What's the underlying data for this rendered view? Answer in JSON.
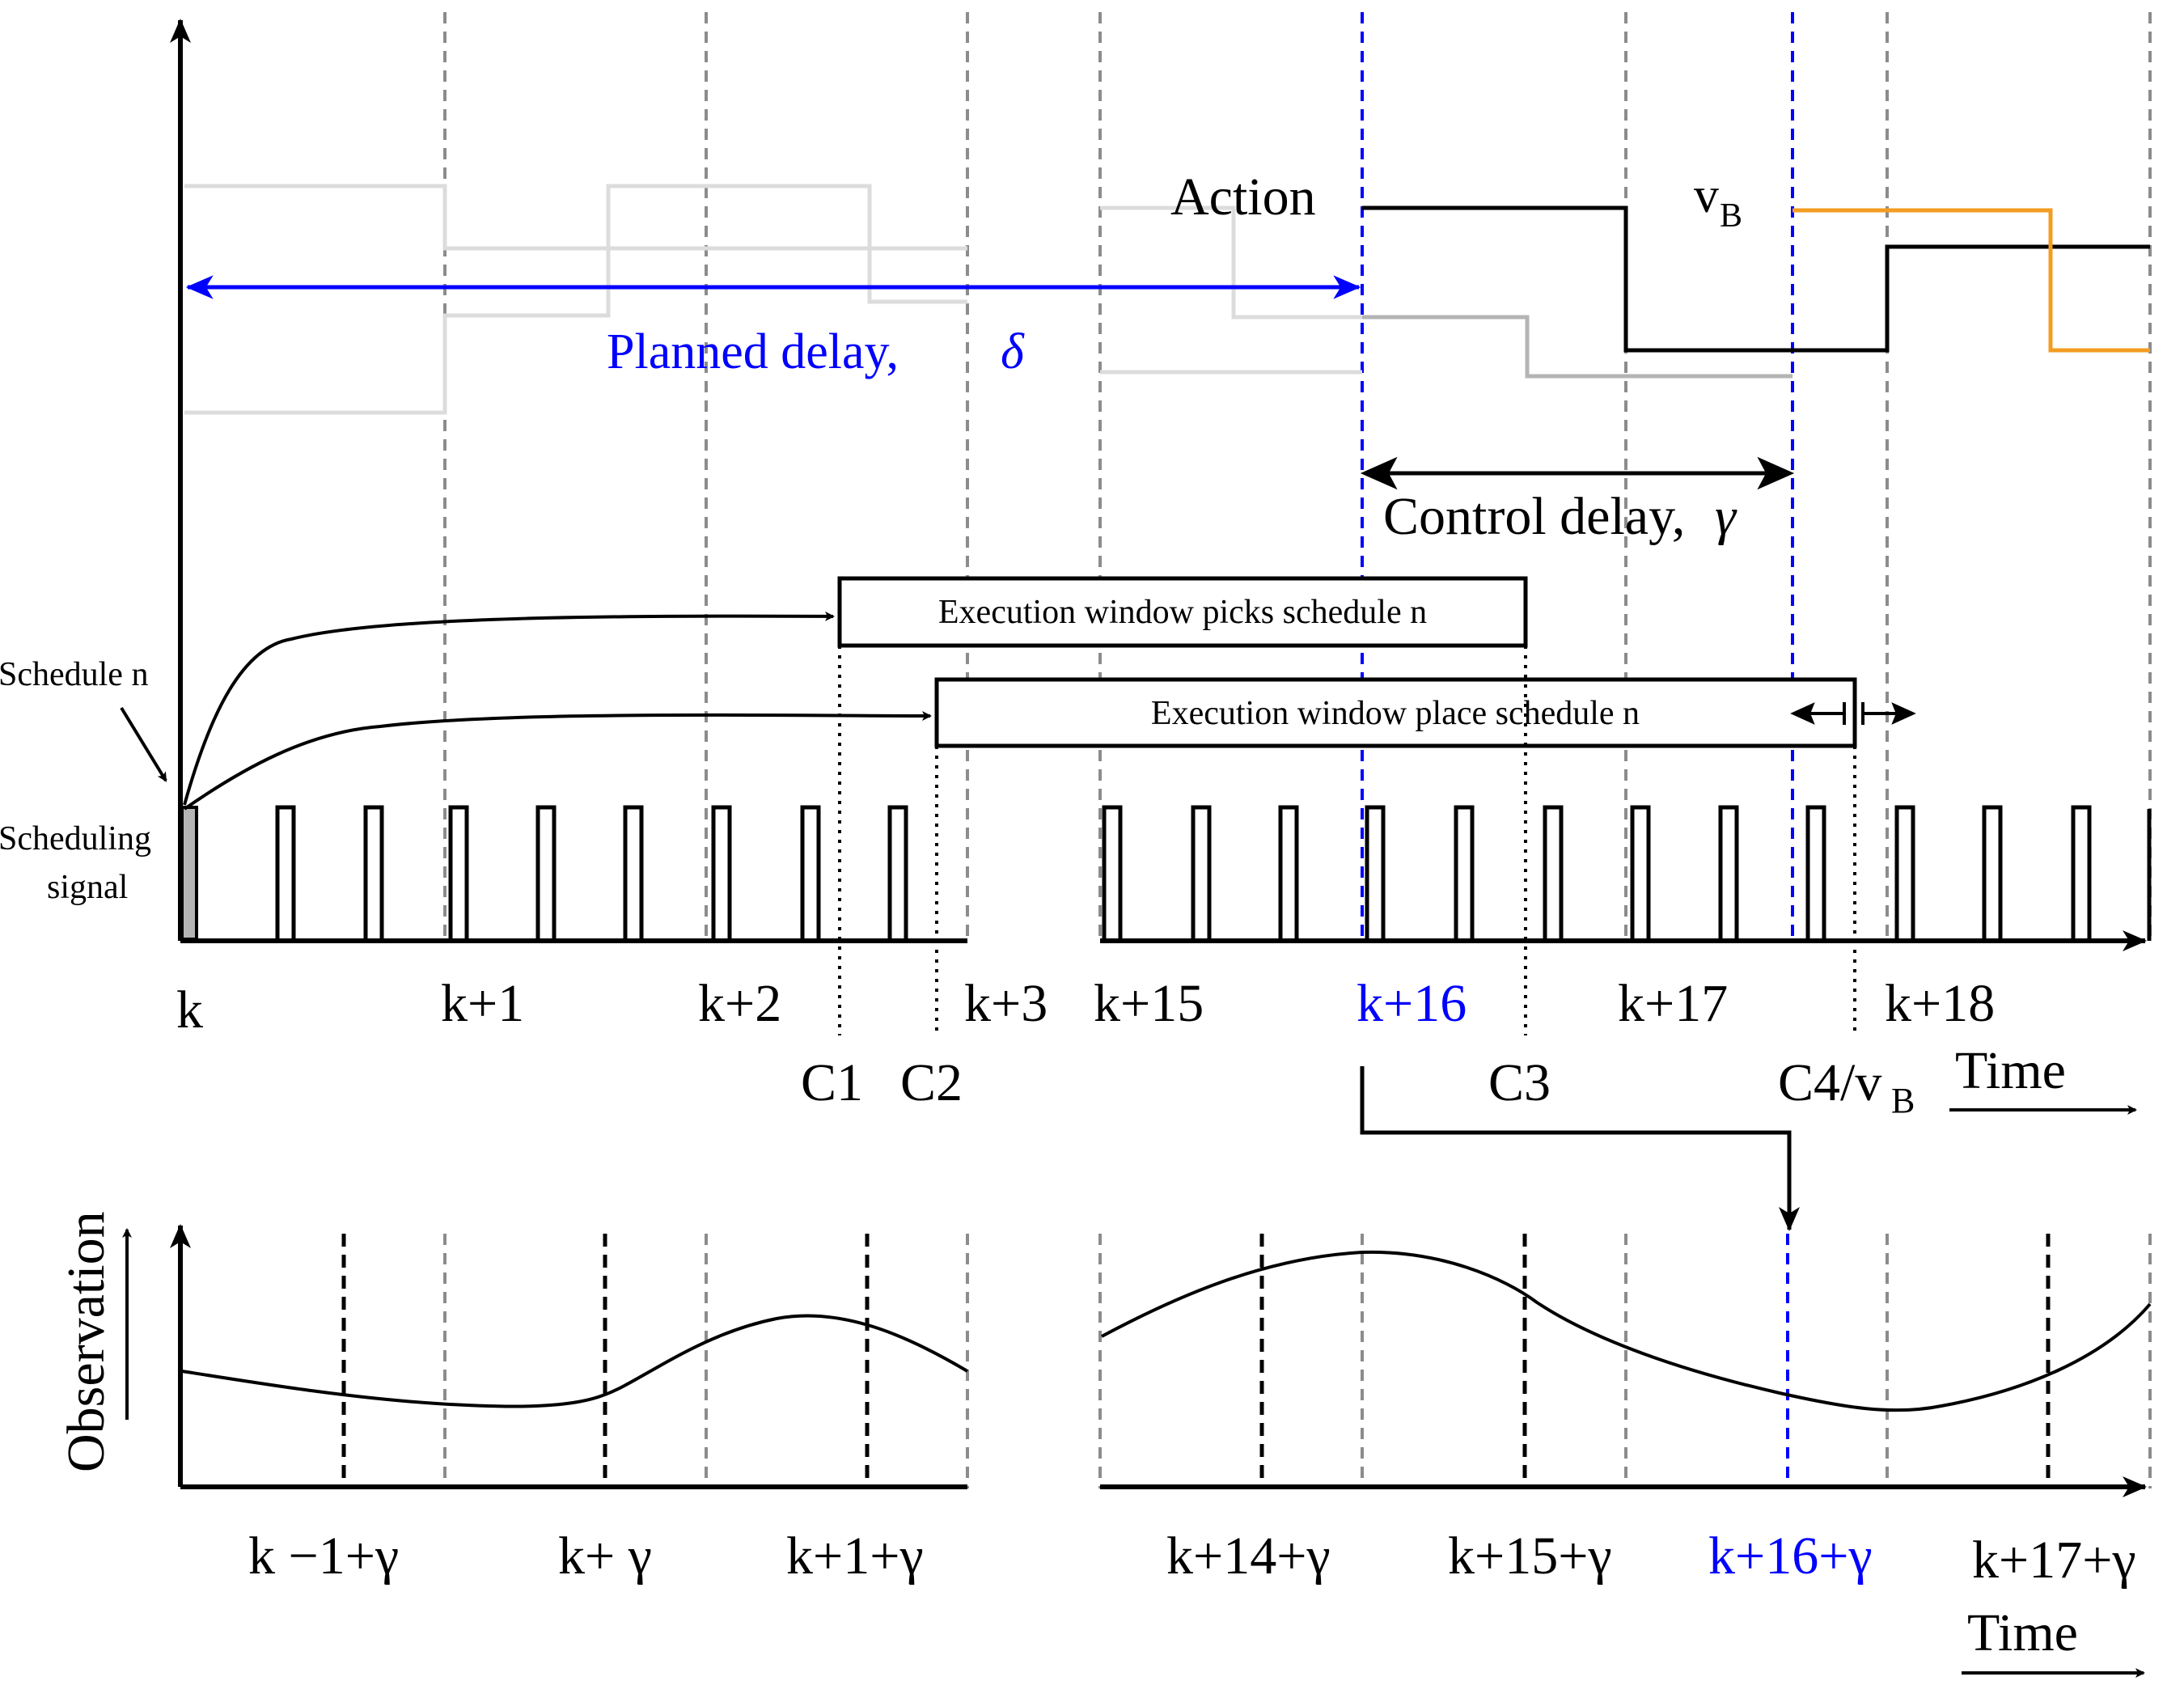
{
  "colors": {
    "black": "#000000",
    "blue": "#0000ff",
    "orange": "#f39c21",
    "light_grey": "#dcdcdc",
    "mid_grey": "#b4b4b4",
    "grid_grey": "#8c8c8c"
  },
  "top": {
    "action_label": "Action",
    "vb_label": "v",
    "vb_sub": "B",
    "planned_delay_label": "Planned delay,",
    "planned_delay_symbol": "δ",
    "control_delay_label": "Control delay,",
    "control_delay_symbol": "γ",
    "exec_pick_label": "Execution window picks schedule n",
    "exec_place_label": "Execution window place schedule n",
    "schedule_n_label": "Schedule n",
    "scheduling_signal_line1": "Scheduling",
    "scheduling_signal_line2": "signal",
    "ticks": [
      "k",
      "k+1",
      "k+2",
      "k+3",
      "k+15",
      "k+16",
      "k+17",
      "k+18"
    ],
    "c_labels": [
      "C1",
      "C2",
      "C3",
      "C4/v"
    ],
    "c4_sub": "B",
    "time_label": "Time"
  },
  "bottom": {
    "y_label": "Observation",
    "ticks": [
      "k −1+γ",
      "k+ γ",
      "k+1+γ",
      "k+14+γ",
      "k+15+γ",
      "k+16+γ",
      "k+17+γ"
    ],
    "time_label": "Time"
  }
}
